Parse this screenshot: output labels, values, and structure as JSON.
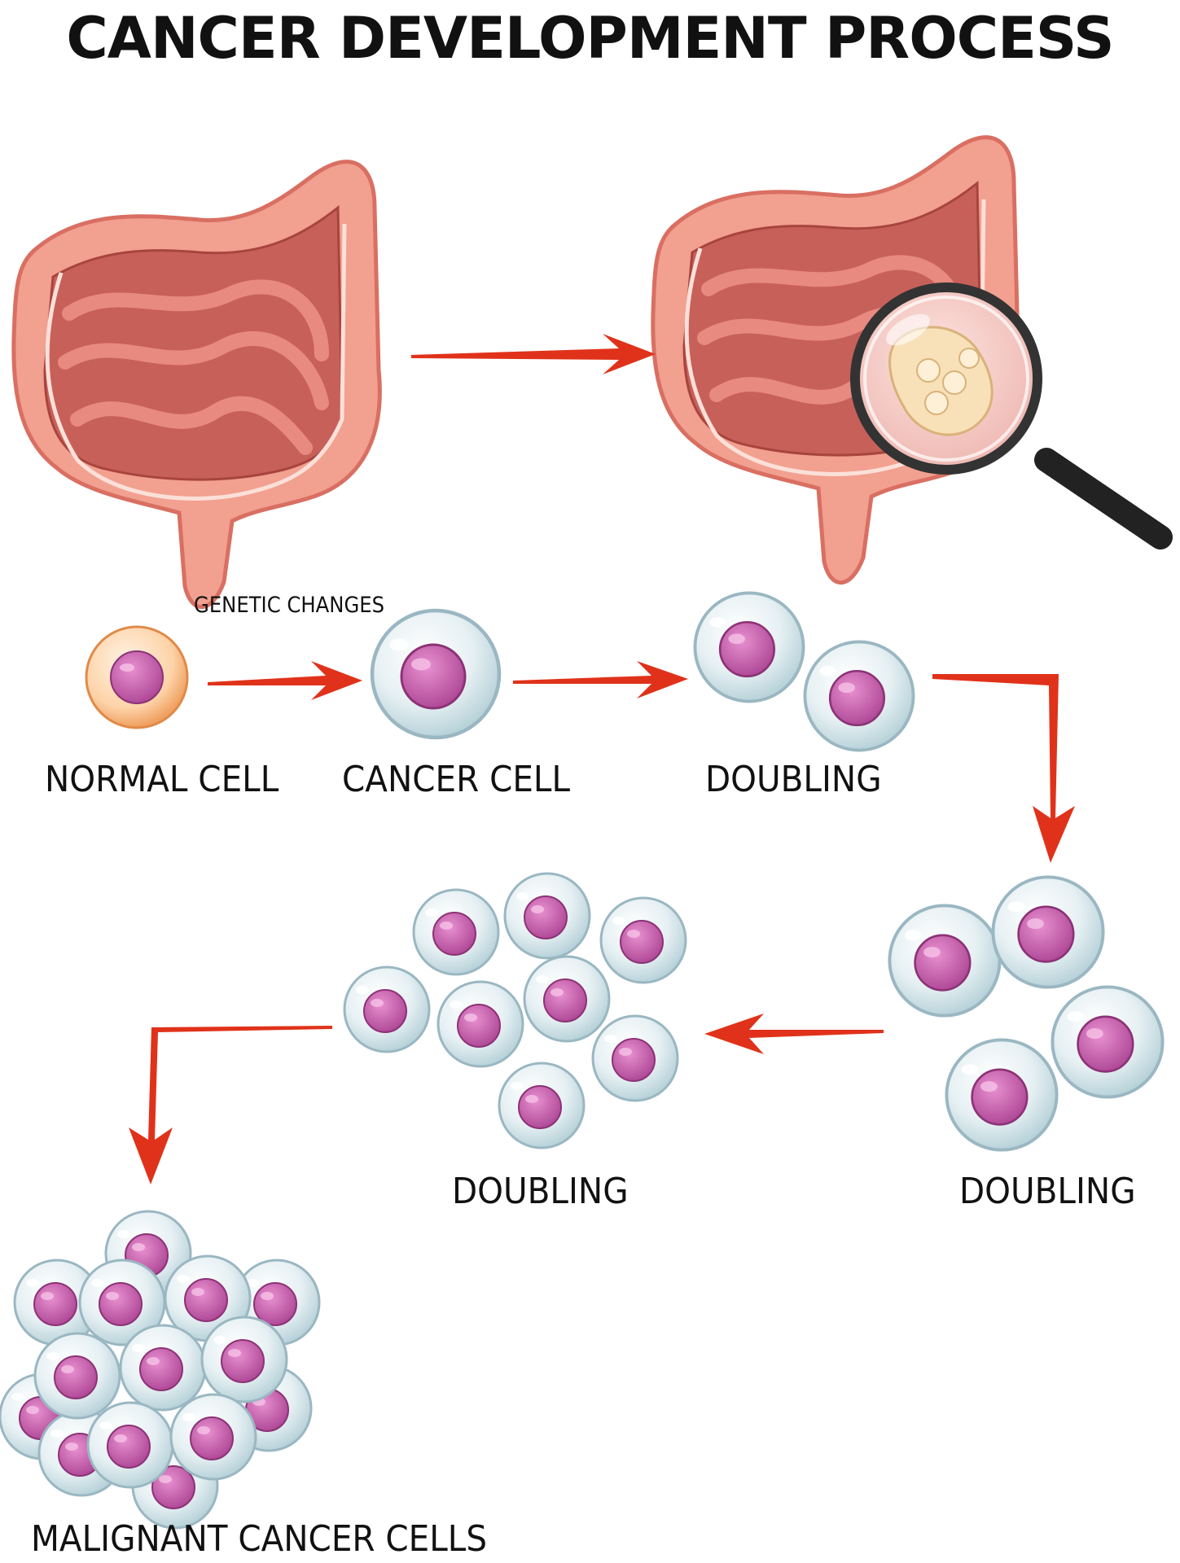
{
  "title": "CANCER DEVELOPMENT PROCESS",
  "labels": {
    "genetic_changes": "GENETIC CHANGES",
    "normal_cell": "NORMAL CELL",
    "cancer_cell": "CANCER CELL",
    "doubling_1": "DOUBLING",
    "doubling_2": "DOUBLING",
    "doubling_3": "DOUBLING",
    "malignant": "MALIGNANT CANCER CELLS"
  },
  "colors": {
    "arrow": "#e0321a",
    "intestine_outer": "#f2a090",
    "intestine_inner": "#c8605a",
    "cell_body": "#dce9ee",
    "cell_nucleus": "#c45aa8",
    "normal_cell_body": "#fbc89a"
  }
}
